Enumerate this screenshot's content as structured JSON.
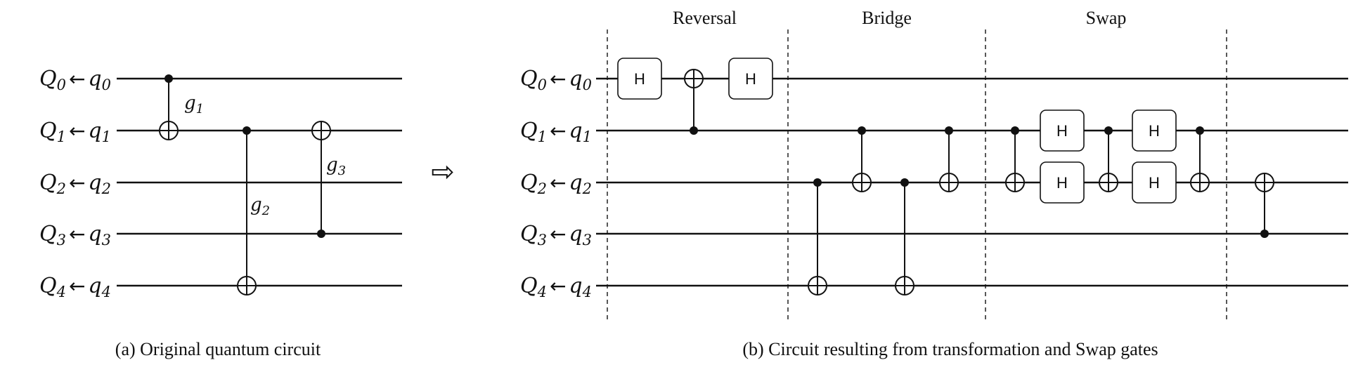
{
  "left": {
    "qubits": [
      {
        "P": "Q",
        "ps": "0",
        "L": "q",
        "ls": "0"
      },
      {
        "P": "Q",
        "ps": "1",
        "L": "q",
        "ls": "1"
      },
      {
        "P": "Q",
        "ps": "2",
        "L": "q",
        "ls": "2"
      },
      {
        "P": "Q",
        "ps": "3",
        "L": "q",
        "ls": "3"
      },
      {
        "P": "Q",
        "ps": "4",
        "L": "q",
        "ls": "4"
      }
    ],
    "gates": [
      {
        "type": "cnot",
        "control": 0,
        "target": 1,
        "label": "g",
        "label_sub": "1"
      },
      {
        "type": "cnot",
        "control": 1,
        "target": 4,
        "label": "g",
        "label_sub": "2"
      },
      {
        "type": "cnot",
        "control": 3,
        "target": 1,
        "label": "g",
        "label_sub": "3"
      }
    ],
    "caption": "(a) Original quantum circuit"
  },
  "right": {
    "qubits": [
      {
        "P": "Q",
        "ps": "0",
        "L": "q",
        "ls": "0"
      },
      {
        "P": "Q",
        "ps": "1",
        "L": "q",
        "ls": "1"
      },
      {
        "P": "Q",
        "ps": "2",
        "L": "q",
        "ls": "2"
      },
      {
        "P": "Q",
        "ps": "3",
        "L": "q",
        "ls": "3"
      },
      {
        "P": "Q",
        "ps": "4",
        "L": "q",
        "ls": "4"
      }
    ],
    "sections": [
      "Reversal",
      "Bridge",
      "Swap"
    ],
    "gates": [
      {
        "type": "h",
        "qubit": 0,
        "label": "H"
      },
      {
        "type": "cnot",
        "control": 1,
        "target": 0
      },
      {
        "type": "h",
        "qubit": 0,
        "label": "H"
      },
      {
        "type": "cnot",
        "control": 2,
        "target": 4
      },
      {
        "type": "cnot",
        "control": 1,
        "target": 2
      },
      {
        "type": "cnot",
        "control": 2,
        "target": 4
      },
      {
        "type": "cnot",
        "control": 1,
        "target": 2
      },
      {
        "type": "cnot",
        "control": 1,
        "target": 2
      },
      {
        "type": "h",
        "qubit": 1,
        "label": "H"
      },
      {
        "type": "h",
        "qubit": 2,
        "label": "H"
      },
      {
        "type": "cnot",
        "control": 1,
        "target": 2
      },
      {
        "type": "h",
        "qubit": 1,
        "label": "H"
      },
      {
        "type": "h",
        "qubit": 2,
        "label": "H"
      },
      {
        "type": "cnot",
        "control": 1,
        "target": 2
      },
      {
        "type": "cnot",
        "control": 3,
        "target": 2
      }
    ],
    "caption": "(b) Circuit resulting from transformation and Swap gates"
  },
  "mapping_arrow": "⇨"
}
